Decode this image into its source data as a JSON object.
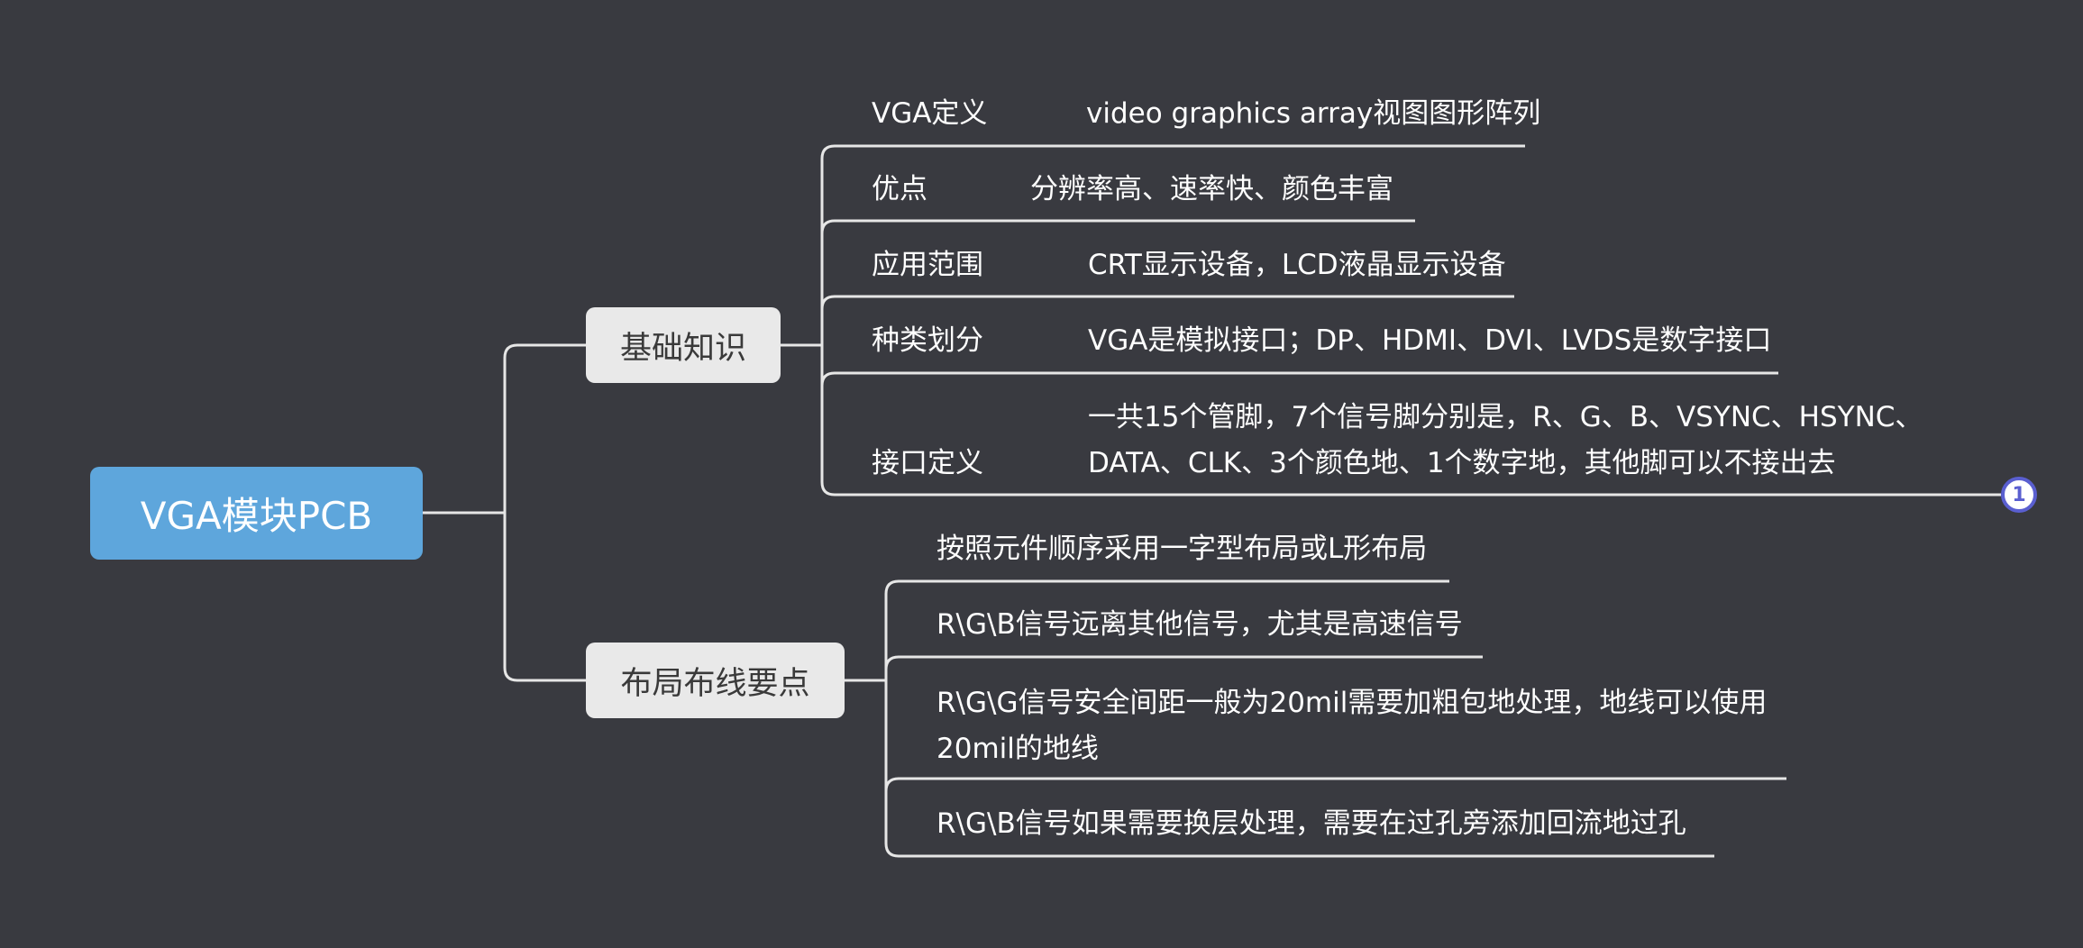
{
  "root": {
    "label": "VGA模块PCB"
  },
  "branches": [
    {
      "label": "基础知识",
      "items": [
        {
          "label": "VGA定义",
          "value": "video graphics array视图图形阵列"
        },
        {
          "label": "优点",
          "value": "分辨率高、速率快、颜色丰富"
        },
        {
          "label": "应用范围",
          "value": "CRT显示设备，LCD液晶显示设备"
        },
        {
          "label": "种类划分",
          "value": "VGA是模拟接口；DP、HDMI、DVI、LVDS是数字接口"
        },
        {
          "label": "接口定义",
          "value": "一共15个管脚，7个信号脚分别是，R、G、B、VSYNC、HSYNC、DATA、CLK、3个颜色地、1个数字地，其他脚可以不接出去"
        }
      ],
      "marker": "1"
    },
    {
      "label": "布局布线要点",
      "items": [
        {
          "value": "按照元件顺序采用一字型布局或L形布局"
        },
        {
          "value": "R\\G\\B信号远离其他信号，尤其是高速信号"
        },
        {
          "value": "R\\G\\G信号安全间距一般为20mil需要加粗包地处理，地线可以使用20mil的地线"
        },
        {
          "value": "R\\G\\B信号如果需要换层处理，需要在过孔旁添加回流地过孔"
        }
      ]
    }
  ],
  "colors": {
    "background": "#393a40",
    "root_fill": "#5ea6dc",
    "branch_fill": "#e9e9e9",
    "line": "#e6e6e6",
    "marker_ring": "#5a5fd0"
  }
}
